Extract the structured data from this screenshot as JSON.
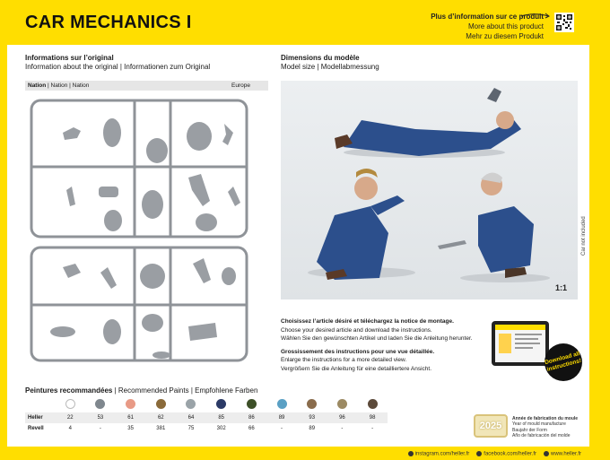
{
  "header": {
    "title": "CAR MECHANICS I",
    "more_info": [
      "Plus d’information sur ce produit",
      "More about this product",
      "Mehr zu diesem Produkt"
    ]
  },
  "original": {
    "title_fr": "Informations sur l’original",
    "title_en_de": "Information about the original | Informationen zum Original",
    "nation_label": "Nation",
    "nation_label_rest": " | Nation | Nation",
    "nation_value": "Europe"
  },
  "model": {
    "title_fr": "Dimensions du modèle",
    "title_en_de": "Model size | Modellabmessung",
    "scale": "1:1",
    "not_included": "Car not included"
  },
  "instructions": {
    "line1": "Choisissez l’article désiré et téléchargez la notice de montage.",
    "line2": "Choose your desired article and download the instructions.",
    "line3": "Wählen Sie den gewünschten Artikel und laden Sie die Anleitung herunter.",
    "line4": "Grossissement des instructions pour une vue détaillée.",
    "line5": "Enlarge the instructions for a more detailed view.",
    "line6": "Vergrößern Sie die Anleitung für eine detailliertere Ansicht.",
    "download_badge": "Download all instructions!"
  },
  "paints": {
    "title_bold": "Peintures recommandées",
    "title_rest": " | Recommended Paints | Empfohlene Farben",
    "swatches": [
      "#ffffff",
      "#7f878e",
      "#e89a86",
      "#8a6a3a",
      "#9aa3a8",
      "#2b3a66",
      "#3d5028",
      "#5aa0c4",
      "#8a6c4c",
      "#9c8a63",
      "#5c4a3a"
    ],
    "heller_label": "Heller",
    "heller": [
      "22",
      "53",
      "61",
      "62",
      "64",
      "85",
      "86",
      "89",
      "93",
      "96",
      "98"
    ],
    "revell_label": "Revell",
    "revell": [
      "4",
      "-",
      "35",
      "381",
      "75",
      "302",
      "66",
      "-",
      "89",
      "-",
      "-"
    ]
  },
  "mould": {
    "year": "2025",
    "line1": "Année de fabrication du moule",
    "line2": "Year of mould manufacture",
    "line3": "Baujahr der Form",
    "line4": "Año de fabricación del molde"
  },
  "footer": {
    "instagram": "instagram.com/heller.fr",
    "facebook": "facebook.com/heller.fr",
    "website": "www.heller.fr"
  }
}
